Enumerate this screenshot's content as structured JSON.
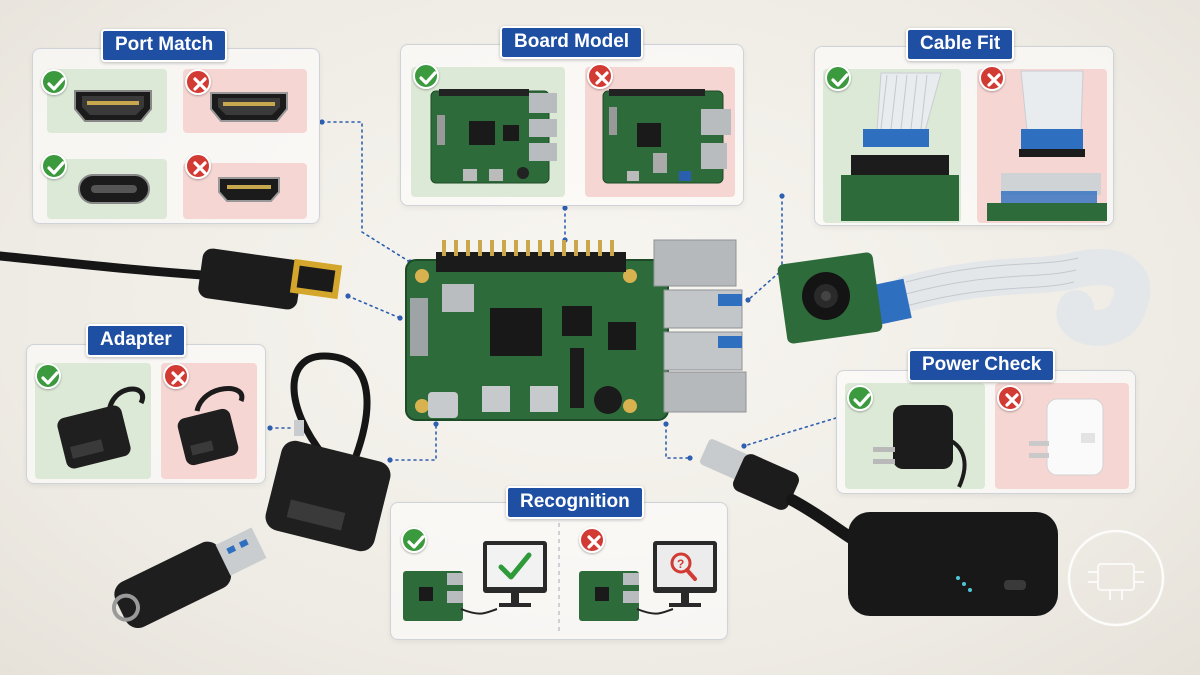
{
  "panels": {
    "port_match": {
      "title": "Port Match"
    },
    "board_model": {
      "title": "Board Model"
    },
    "cable_fit": {
      "title": "Cable Fit"
    },
    "adapter": {
      "title": "Adapter"
    },
    "power_check": {
      "title": "Power Check"
    },
    "recognition": {
      "title": "Recognition"
    }
  },
  "colors": {
    "title_bg": "#1f4fa3",
    "good": "#3b9a3e",
    "bad": "#d23a34",
    "pcb": "#2e6b3a",
    "leader": "#2f5fb0"
  },
  "icons": [
    "check-badge-icon",
    "cross-badge-icon",
    "checkmark-icon",
    "magnifier-question-icon",
    "watermark-logo-icon"
  ]
}
